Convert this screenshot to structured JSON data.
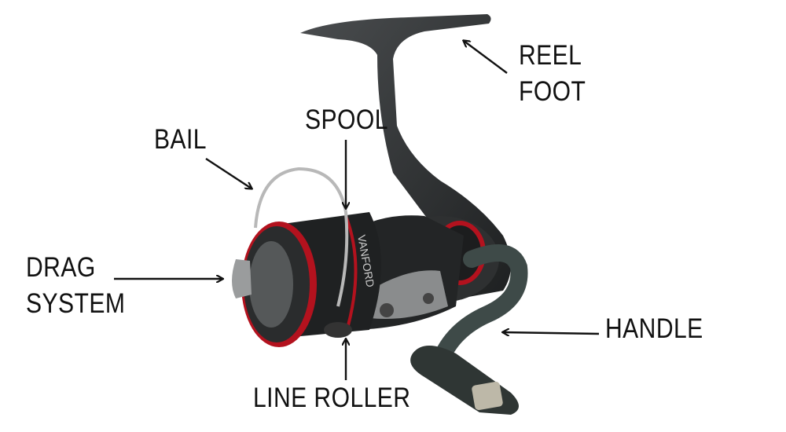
{
  "labels": {
    "reel_foot": [
      "REEL",
      "FOOT"
    ],
    "spool": "SPOOL",
    "bail": "BAIL",
    "drag_system": [
      "DRAG",
      "SYSTEM"
    ],
    "handle": "HANDLE",
    "line_roller": "LINE ROLLER"
  },
  "reel_brand_text": "VANFORD",
  "colors": {
    "body": "#2b2d2e",
    "accent": "#b3121e",
    "label": "#111111"
  }
}
